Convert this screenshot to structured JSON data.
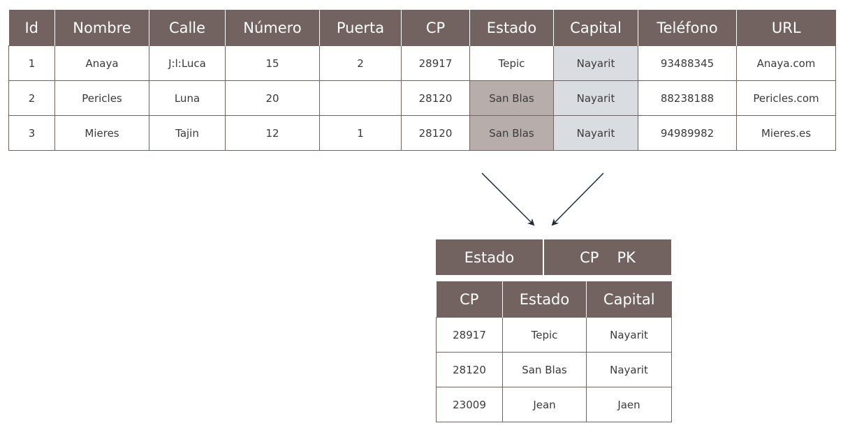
{
  "main_table": {
    "headers": [
      "Id",
      "Nombre",
      "Calle",
      "Número",
      "Puerta",
      "CP",
      "Estado",
      "Capital",
      "Teléfono",
      "URL"
    ],
    "rows": [
      [
        "1",
        "Anaya",
        "J:l:Luca",
        "15",
        "2",
        "28917",
        "Tepic",
        "Nayarit",
        "93488345",
        "Anaya.com"
      ],
      [
        "2",
        "Pericles",
        "Luna",
        "20",
        "",
        "28120",
        "San Blas",
        "Nayarit",
        "88238188",
        "Pericles.com"
      ],
      [
        "3",
        "Mieres",
        "Tajin",
        "12",
        "1",
        "28120",
        "San Blas",
        "Nayarit",
        "94989982",
        "Mieres.es"
      ]
    ]
  },
  "key_box": {
    "left_label": "Estado",
    "right_label": "CP",
    "pk_label": "PK"
  },
  "sub_table": {
    "headers": [
      "CP",
      "Estado",
      "Capital"
    ],
    "rows": [
      [
        "28917",
        "Tepic",
        "Nayarit"
      ],
      [
        "28120",
        "San Blas",
        "Nayarit"
      ],
      [
        "23009",
        "Jean",
        "Jaen"
      ]
    ]
  },
  "colors": {
    "header_bg": "#726361",
    "header_text": "#ffffff",
    "highlight_estado": "#b7aeab",
    "highlight_capital": "#d9dde2",
    "arrow": "#1f2a3a"
  }
}
